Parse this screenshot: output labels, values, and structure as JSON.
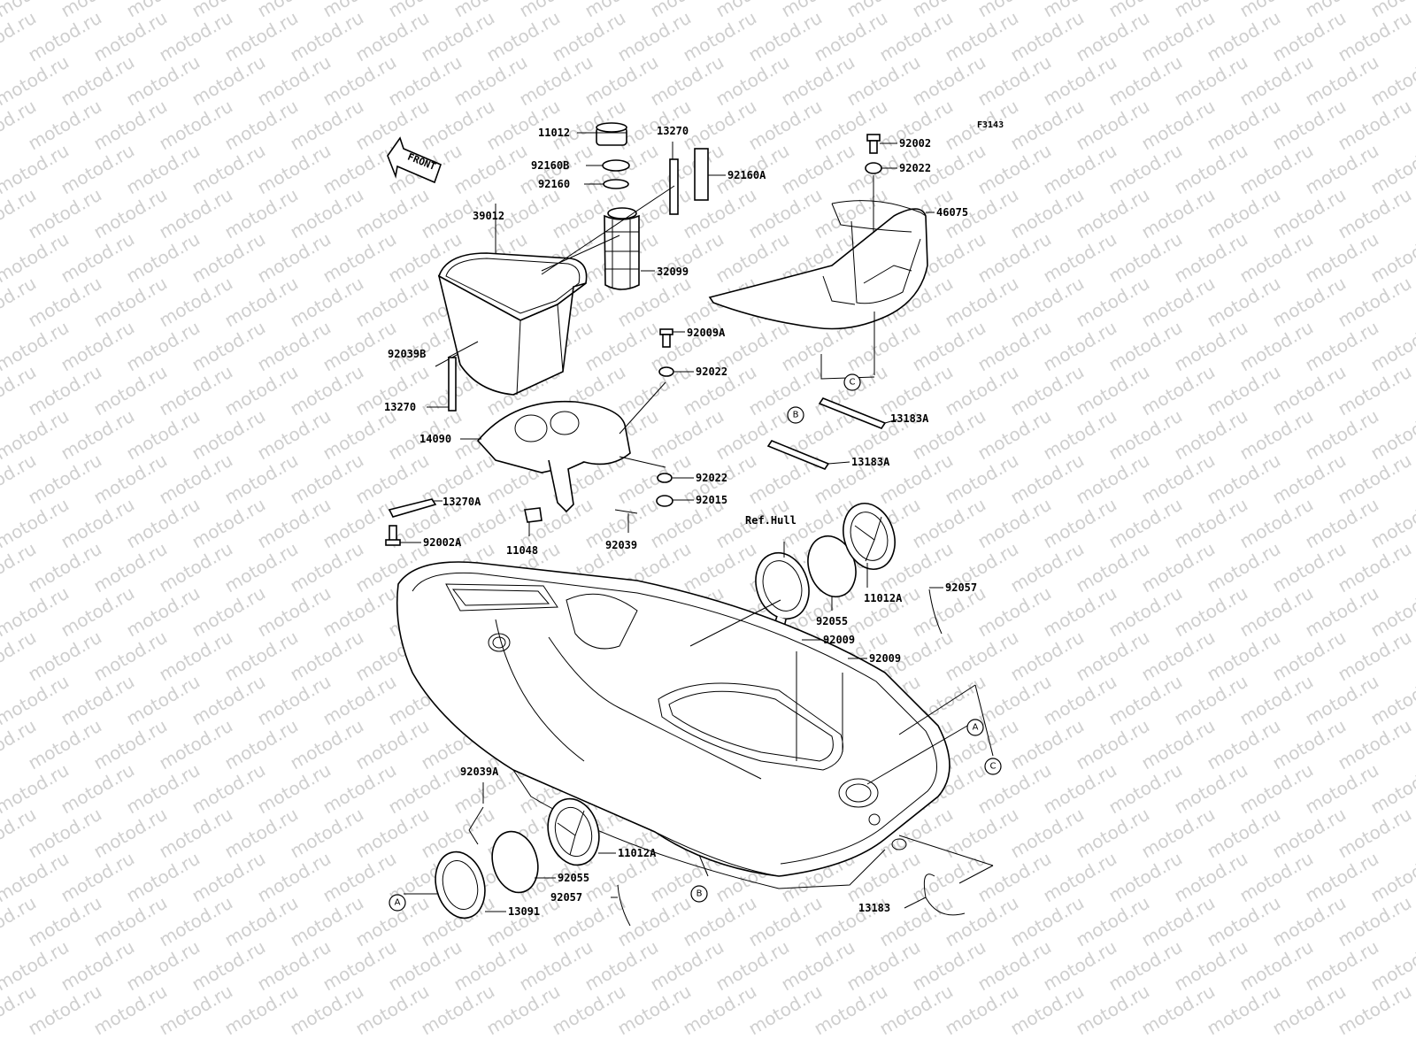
{
  "diagram": {
    "code": "F3143",
    "front_label": "FRONT",
    "watermark": "motod.ru",
    "colors": {
      "line": "#000000",
      "watermark": "#cfcfcf",
      "background": "#ffffff"
    },
    "parts": {
      "p11012": "11012",
      "p13270_top": "13270",
      "p92160B": "92160B",
      "p92160A": "92160A",
      "p92160": "92160",
      "p39012": "39012",
      "p32099": "32099",
      "p92039B": "92039B",
      "p13270_left": "13270",
      "p14090": "14090",
      "p92009A": "92009A",
      "p92022_mid": "92022",
      "p92022_low": "92022",
      "p92015": "92015",
      "p13270A": "13270A",
      "p11048": "11048",
      "p92039": "92039",
      "p92002A": "92002A",
      "p92002": "92002",
      "p92022_top": "92022",
      "p46075": "46075",
      "p13183A_1": "13183A",
      "p13183A_2": "13183A",
      "ref_hull": "Ref.Hull",
      "p11012A_right": "11012A",
      "p92057_right": "92057",
      "p92055_right": "92055",
      "p92009_1": "92009",
      "p92009_2": "92009",
      "p92039A": "92039A",
      "p11012A_left": "11012A",
      "p92055_left": "92055",
      "p92057_left": "92057",
      "p13091": "13091",
      "p13183": "13183"
    },
    "callouts": {
      "a1": "A",
      "a2": "A",
      "b1": "B",
      "b2": "B",
      "c1": "C",
      "c2": "C"
    }
  }
}
